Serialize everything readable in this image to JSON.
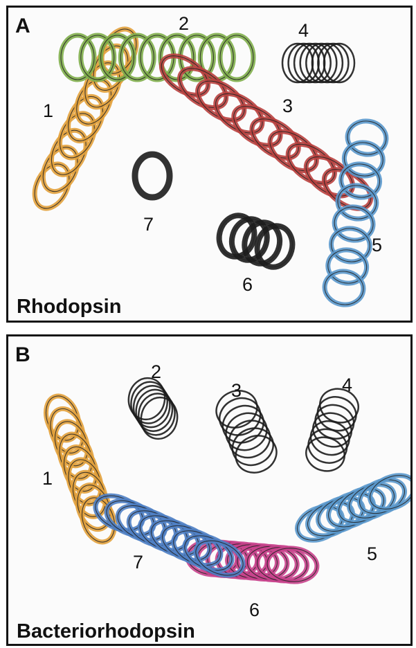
{
  "panel_a": {
    "letter": "A",
    "title": "Rhodopsin",
    "helix_labels": [
      "1",
      "2",
      "3",
      "4",
      "5",
      "6",
      "7"
    ]
  },
  "panel_b": {
    "letter": "B",
    "title": "Bacteriorhodopsin",
    "helix_labels": [
      "1",
      "2",
      "3",
      "4",
      "5",
      "6",
      "7"
    ]
  },
  "colors": {
    "helix1": "#e2a13c",
    "helix2_rhodopsin": "#7fae4b",
    "helix3_rhodopsin": "#b9413f",
    "helix5": "#5a98cc",
    "helix6_bacterio": "#c8428c",
    "helix7_bacterio": "#4f80c4",
    "dark_helix": "#1c1c1c"
  }
}
